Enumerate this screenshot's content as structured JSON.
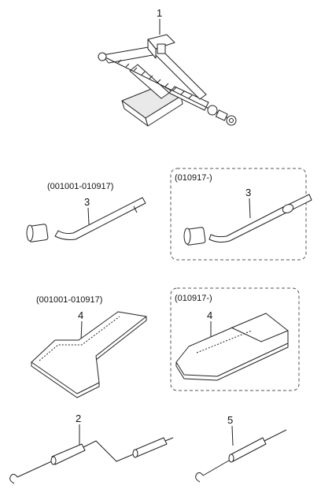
{
  "parts": [
    {
      "id": "jack",
      "number": "1"
    },
    {
      "id": "wrench-old",
      "number": "3",
      "range": "(001001-010917)"
    },
    {
      "id": "wrench-new",
      "number": "3",
      "range": "(010917-)"
    },
    {
      "id": "tool-bag-old",
      "number": "4",
      "range": "(001001-010917)"
    },
    {
      "id": "tool-bag-new",
      "number": "4",
      "range": "(010917-)"
    },
    {
      "id": "jack-handle",
      "number": "2"
    },
    {
      "id": "extension-bar",
      "number": "5"
    }
  ]
}
